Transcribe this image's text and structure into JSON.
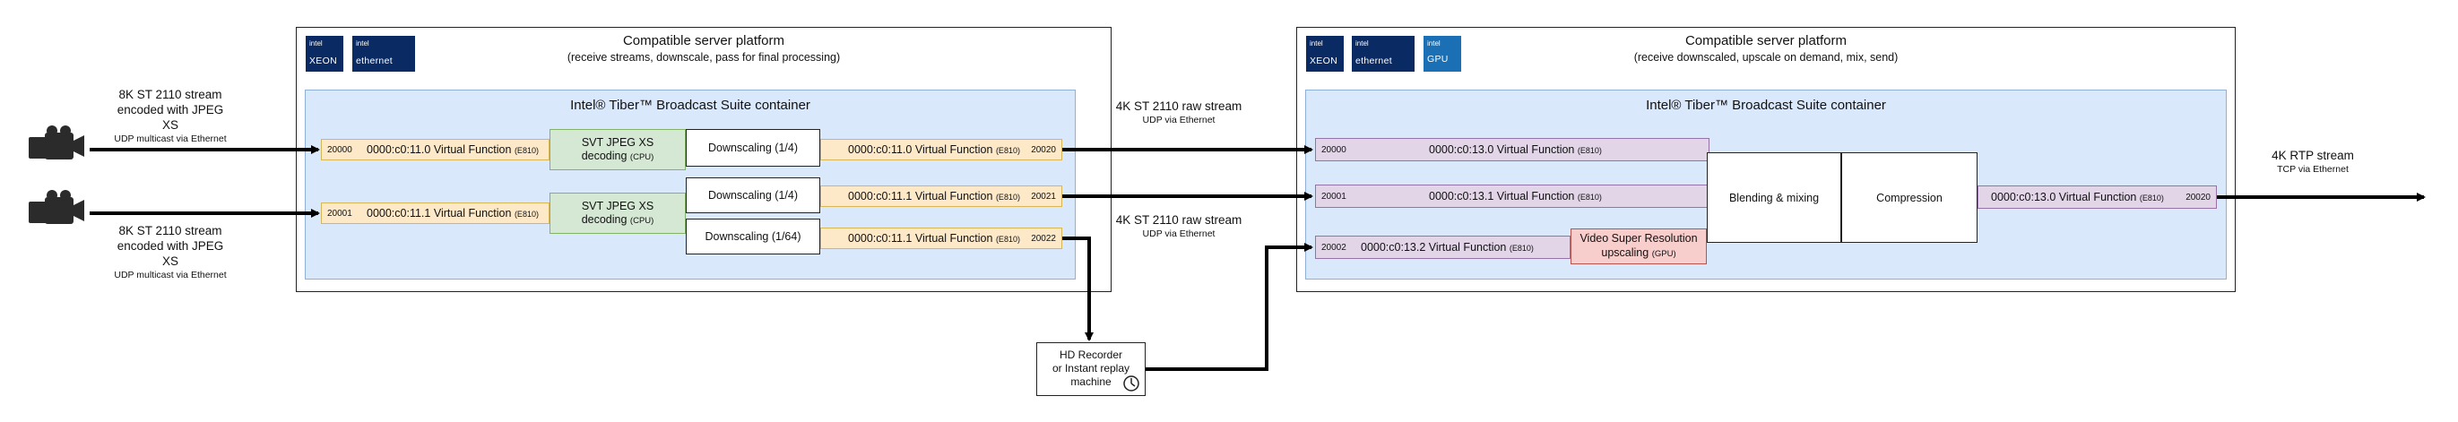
{
  "left_platform": {
    "title": "Compatible server platform",
    "subtitle": "(receive streams, downscale, pass for final processing)",
    "logos": [
      {
        "intel": "intel",
        "brand": "XEON",
        "icon": "xeon-logo-icon"
      },
      {
        "intel": "intel",
        "brand": "ethernet",
        "icon": "ethernet-logo-icon"
      }
    ],
    "container_title": "Intel® Tiber™ Broadcast Suite container",
    "vf_in_1": {
      "port": "20000",
      "label": "0000:c0:11.0 Virtual Function",
      "tag": "(E810)"
    },
    "vf_in_2": {
      "port": "20001",
      "label": "0000:c0:11.1 Virtual Function",
      "tag": "(E810)"
    },
    "decoder_1": {
      "line1": "SVT JPEG XS",
      "line2": "decoding",
      "tag": "(CPU)"
    },
    "decoder_2": {
      "line1": "SVT JPEG XS",
      "line2": "decoding",
      "tag": "(CPU)"
    },
    "downscale_1": "Downscaling (1/4)",
    "downscale_2": "Downscaling (1/4)",
    "downscale_3": "Downscaling (1/64)",
    "vf_out_1": {
      "port": "20020",
      "label": "0000:c0:11.0 Virtual Function",
      "tag": "(E810)"
    },
    "vf_out_2": {
      "port": "20021",
      "label": "0000:c0:11.1 Virtual Function",
      "tag": "(E810)"
    },
    "vf_out_3": {
      "port": "20022",
      "label": "0000:c0:11.1 Virtual Function",
      "tag": "(E810)"
    }
  },
  "right_platform": {
    "title": "Compatible server platform",
    "subtitle": "(receive downscaled, upscale on demand, mix, send)",
    "logos": [
      {
        "intel": "intel",
        "brand": "XEON",
        "icon": "xeon-logo-icon"
      },
      {
        "intel": "intel",
        "brand": "ethernet",
        "icon": "ethernet-logo-icon"
      },
      {
        "intel": "intel",
        "brand": "GPU",
        "icon": "gpu-logo-icon"
      }
    ],
    "container_title": "Intel® Tiber™ Broadcast Suite container",
    "vf_in_1": {
      "port": "20000",
      "label": "0000:c0:13.0 Virtual Function",
      "tag": "(E810)"
    },
    "vf_in_2": {
      "port": "20001",
      "label": "0000:c0:13.1 Virtual Function",
      "tag": "(E810)"
    },
    "vf_in_3": {
      "port": "20002",
      "label": "0000:c0:13.2 Virtual Function",
      "tag": "(E810)"
    },
    "upscale": {
      "line1": "Video Super Resolution",
      "line2": "upscaling",
      "tag": "(GPU)"
    },
    "blending": "Blending & mixing",
    "compression": "Compression",
    "vf_out": {
      "port": "20020",
      "label": "0000:c0:13.0 Virtual Function",
      "tag": "(E810)"
    }
  },
  "inputs": {
    "stream_1": {
      "line1": "8K ST 2110 stream",
      "line2": "encoded with JPEG XS",
      "line3": "UDP multicast via Ethernet"
    },
    "stream_2": {
      "line1": "8K ST 2110 stream",
      "line2": "encoded with JPEG XS",
      "line3": "UDP multicast via Ethernet"
    }
  },
  "links": {
    "raw_1": {
      "line1": "4K ST 2110 raw stream",
      "line2": "UDP via Ethernet"
    },
    "raw_2": {
      "line1": "4K ST 2110 raw stream",
      "line2": "UDP via Ethernet"
    }
  },
  "output": {
    "line1": "4K RTP stream",
    "line2": "TCP via Ethernet"
  },
  "recorder": {
    "line1": "HD Recorder",
    "line2": "or Instant replay",
    "line3": "machine"
  },
  "colors": {
    "container": "#dae8fc",
    "vf_left": "#fde9c8",
    "vf_right": "#e1d5e7",
    "decode": "#d5e8d4",
    "upscale": "#f8cecc",
    "logo": "#0a2a63"
  }
}
